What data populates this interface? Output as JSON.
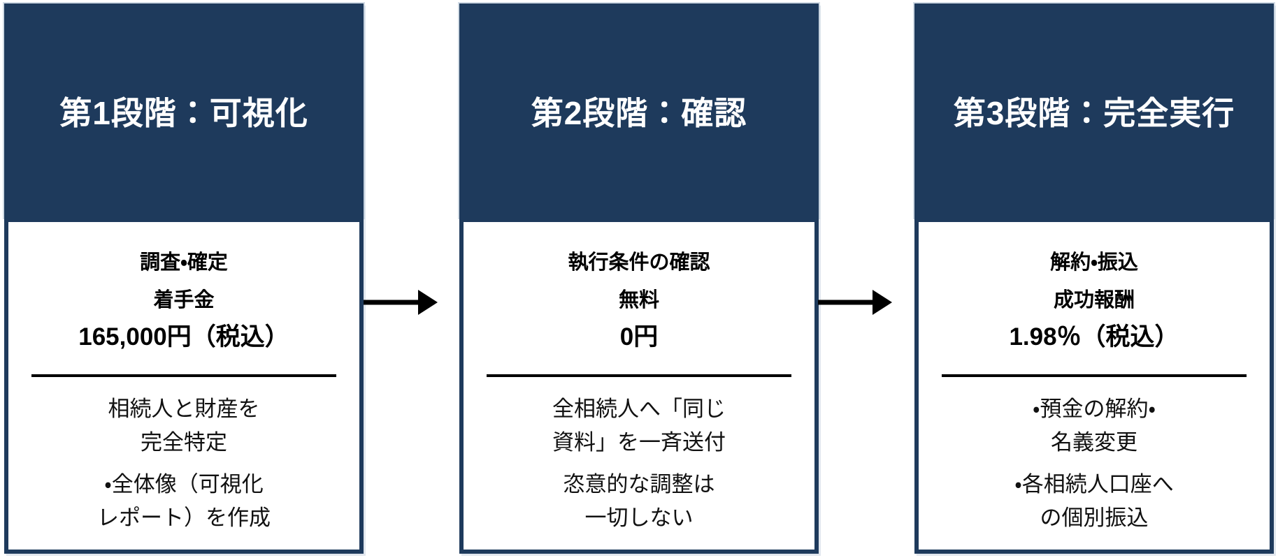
{
  "diagram": {
    "background_color": "#ffffff",
    "accent_navy": "#1e3a5c",
    "arrow_color": "#000000",
    "header_text_color": "#ffffff",
    "body_text_color": "#000000"
  },
  "cards": [
    {
      "header": "第1段階：可視化",
      "subtitle": "調査・確定",
      "fee_label": "着手金",
      "fee_value": "165,000円（税込）",
      "notes": [
        {
          "line1": "相続人と財産を",
          "line2": "完全特定"
        },
        {
          "line1": "・全体像（可視化",
          "line2": "レポート）を作成"
        }
      ]
    },
    {
      "header": "第2段階：確認",
      "subtitle": "執行条件の確認",
      "fee_label": "無料",
      "fee_value": "0円",
      "notes": [
        {
          "line1": "全相続人へ「同じ",
          "line2": "資料」を一斉送付"
        },
        {
          "line1": "恣意的な調整は",
          "line2": "一切しない"
        }
      ]
    },
    {
      "header": "第3段階：完全実行",
      "subtitle": "解約・振込",
      "fee_label": "成功報酬",
      "fee_value": "1.98％（税込）",
      "notes": [
        {
          "line1": "・預金の解約・",
          "line2": "名義変更"
        },
        {
          "line1": "・各相続人口座へ",
          "line2": "の個別振込"
        }
      ]
    }
  ]
}
